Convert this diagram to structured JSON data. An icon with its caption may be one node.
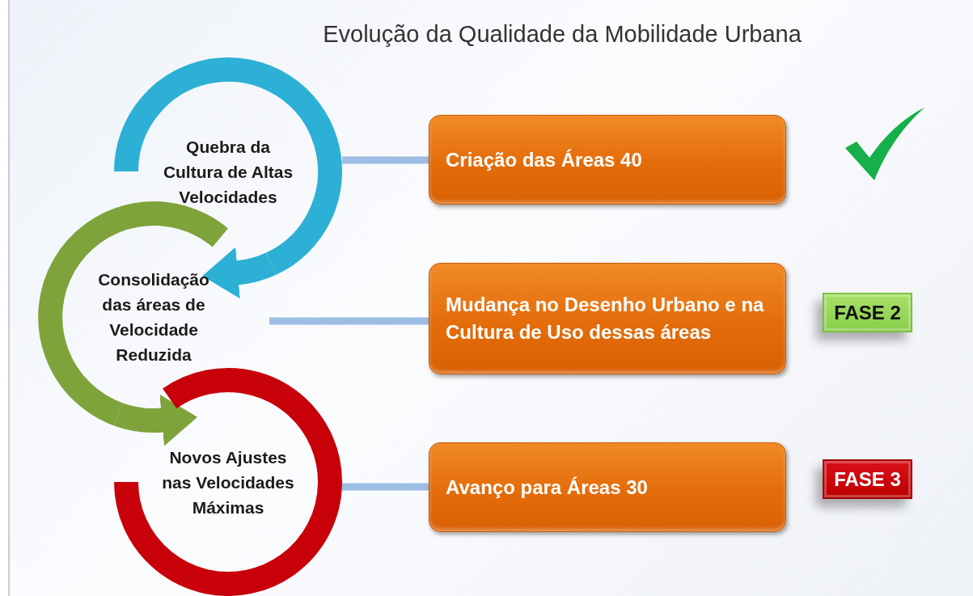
{
  "diagram": {
    "title": "Evolução da Qualidade da Mobilidade Urbana",
    "nodes": [
      {
        "text": [
          "Quebra da Cultura de Altas Velocidades"
        ]
      },
      {
        "text": [
          "Consolidação das áreas de Velocidade Reduzida"
        ]
      },
      {
        "text": [
          "Novos Ajustes nas Velocidades Máximas"
        ]
      },
      {
        "text": [
          "Criação das Áreas 40"
        ]
      },
      {
        "text": [
          "Mudança no Desenho Urbano e na Cultura de Uso dessas áreas"
        ]
      },
      {
        "text": [
          "Avanço para Áreas 30"
        ]
      },
      {
        "text": [
          "FASE 2"
        ]
      },
      {
        "text": [
          "FASE 3"
        ]
      }
    ],
    "edges": [
      {
        "from": 0,
        "to": 1,
        "arrow": "to",
        "style": "thick",
        "color": "#2cb0d5"
      },
      {
        "from": 1,
        "to": 2,
        "arrow": "to",
        "style": "thick",
        "color": "#7ea33b"
      },
      {
        "from": 0,
        "to": 3,
        "arrow": "none"
      },
      {
        "from": 1,
        "to": 4,
        "arrow": "none"
      },
      {
        "from": 2,
        "to": 5,
        "arrow": "none"
      }
    ]
  }
}
